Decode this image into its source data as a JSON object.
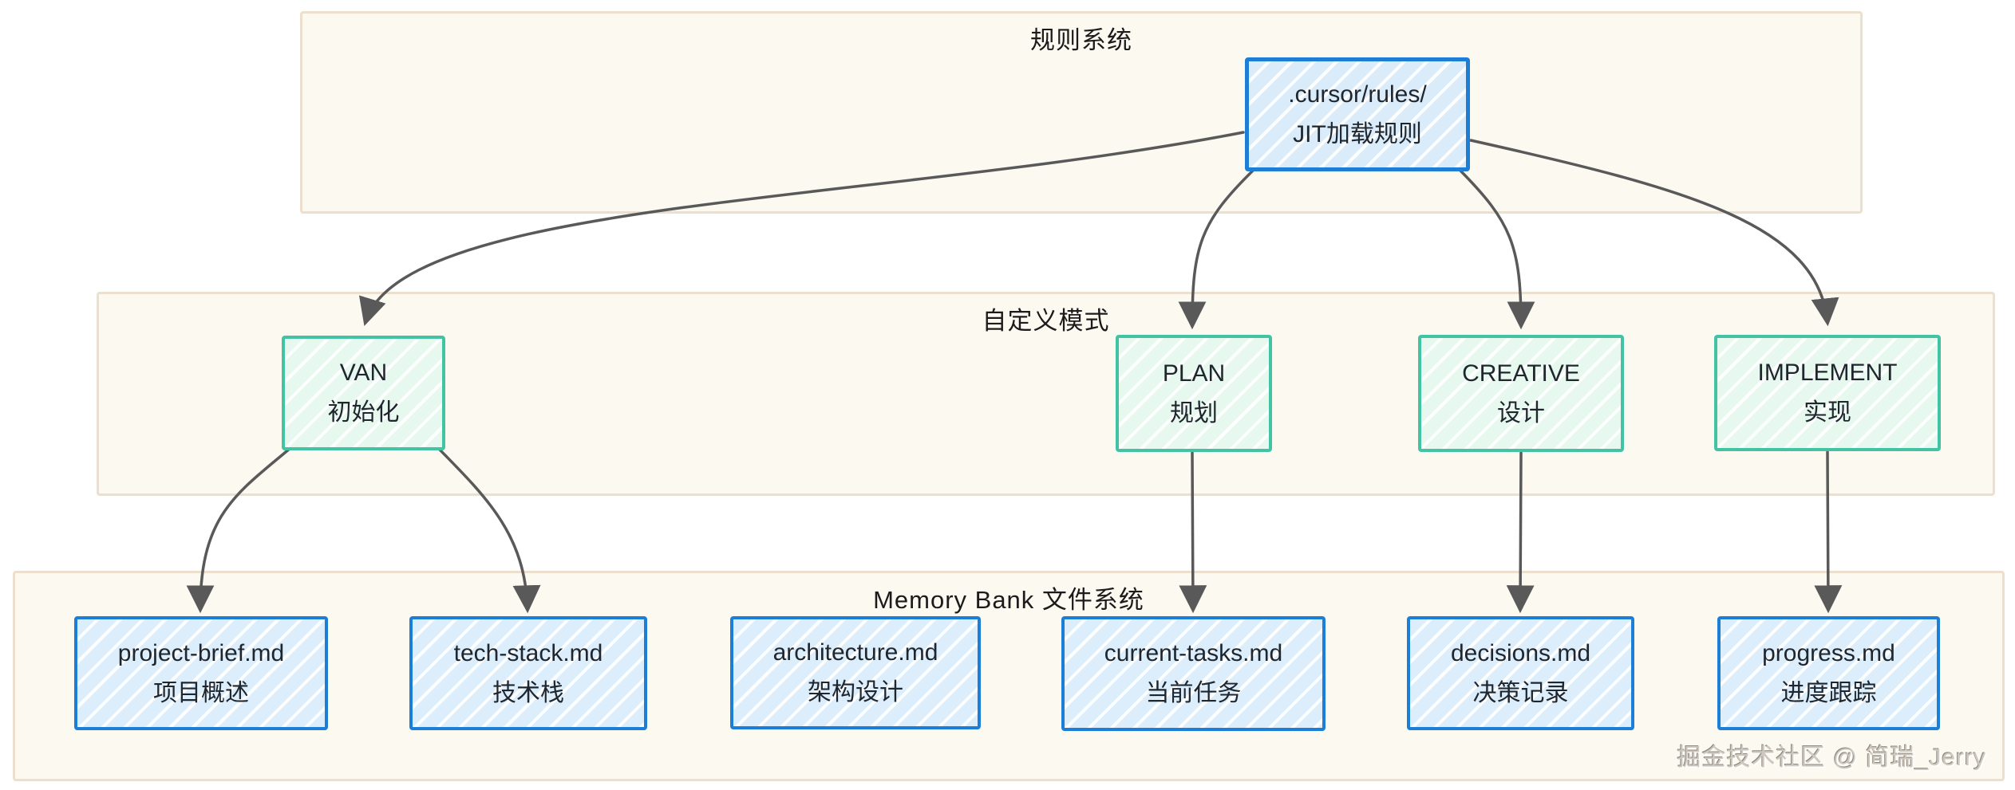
{
  "diagram": {
    "sections": [
      {
        "id": "rules",
        "title": "规则系统"
      },
      {
        "id": "modes",
        "title": "自定义模式"
      },
      {
        "id": "memory",
        "title": "Memory Bank 文件系统"
      }
    ],
    "nodes": {
      "rules_box": {
        "line1": ".cursor/rules/",
        "line2": "JIT加载规则"
      },
      "van": {
        "line1": "VAN",
        "line2": "初始化"
      },
      "plan": {
        "line1": "PLAN",
        "line2": "规划"
      },
      "creative": {
        "line1": "CREATIVE",
        "line2": "设计"
      },
      "implement": {
        "line1": "IMPLEMENT",
        "line2": "实现"
      },
      "project_brief": {
        "line1": "project-brief.md",
        "line2": "项目概述"
      },
      "tech_stack": {
        "line1": "tech-stack.md",
        "line2": "技术栈"
      },
      "architecture": {
        "line1": "architecture.md",
        "line2": "架构设计"
      },
      "current_tasks": {
        "line1": "current-tasks.md",
        "line2": "当前任务"
      },
      "decisions": {
        "line1": "decisions.md",
        "line2": "决策记录"
      },
      "progress": {
        "line1": "progress.md",
        "line2": "进度跟踪"
      }
    },
    "edges": [
      {
        "from": "rules_box",
        "to": "van"
      },
      {
        "from": "rules_box",
        "to": "plan"
      },
      {
        "from": "rules_box",
        "to": "creative"
      },
      {
        "from": "rules_box",
        "to": "implement"
      },
      {
        "from": "van",
        "to": "project_brief"
      },
      {
        "from": "van",
        "to": "tech_stack"
      },
      {
        "from": "plan",
        "to": "current_tasks"
      },
      {
        "from": "creative",
        "to": "decisions"
      },
      {
        "from": "implement",
        "to": "progress"
      }
    ],
    "watermark": "掘金技术社区 @ 简瑞_Jerry",
    "colors": {
      "node_blue_border": "#1c7ed6",
      "node_blue_fill": "#dcedfb",
      "node_green_border": "#42c4a4",
      "node_green_fill": "#e7f8ef",
      "section_fill": "#fcf9f1",
      "section_border": "#ecdfcd",
      "arrow": "#595959",
      "text": "#20262e"
    }
  }
}
